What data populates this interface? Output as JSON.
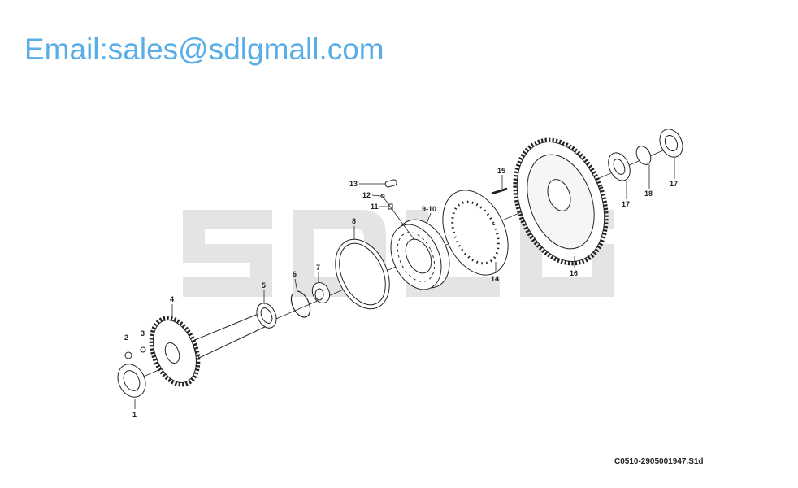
{
  "logo_watermark": "SDLG",
  "email_watermark": "Email:sales@sdlgmall.com",
  "drawing_code": "C0510-2905001947.S1d",
  "callouts": [
    "1",
    "2",
    "3",
    "4",
    "5",
    "6",
    "7",
    "8",
    "9-10",
    "11",
    "12",
    "13",
    "14",
    "15",
    "16",
    "17",
    "18",
    "17"
  ]
}
